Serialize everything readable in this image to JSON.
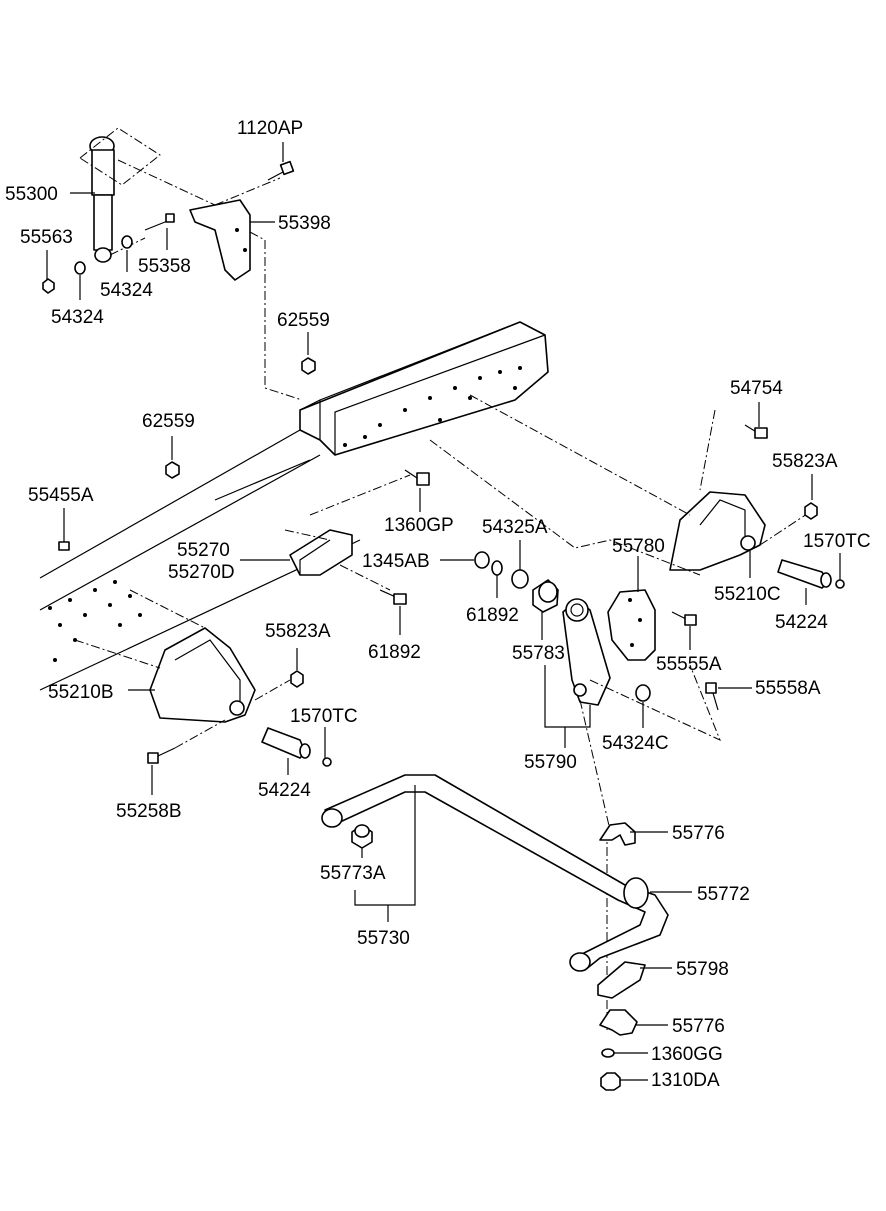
{
  "labels": {
    "l_1120AP": "1120AP",
    "l_55300": "55300",
    "l_55398": "55398",
    "l_55563": "55563",
    "l_55358": "55358",
    "l_54324_a": "54324",
    "l_54324_b": "54324",
    "l_62559_a": "62559",
    "l_62559_b": "62559",
    "l_54754": "54754",
    "l_55823A_a": "55823A",
    "l_55455A": "55455A",
    "l_1360GP": "1360GP",
    "l_54325A": "54325A",
    "l_55780": "55780",
    "l_1570TC_a": "1570TC",
    "l_55270": "55270",
    "l_55270D": "55270D",
    "l_1345AB": "1345AB",
    "l_55210C": "55210C",
    "l_61892_a": "61892",
    "l_54224_a": "54224",
    "l_61892_b": "61892",
    "l_55783": "55783",
    "l_55555A": "55555A",
    "l_55823A_b": "55823A",
    "l_55210B": "55210B",
    "l_55558A": "55558A",
    "l_1570TC_b": "1570TC",
    "l_54324C": "54324C",
    "l_55790": "55790",
    "l_54224_b": "54224",
    "l_55258B": "55258B",
    "l_55776_a": "55776",
    "l_55773A": "55773A",
    "l_55772": "55772",
    "l_55730": "55730",
    "l_55798": "55798",
    "l_55776_b": "55776",
    "l_1360GG": "1360GG",
    "l_1310DA": "1310DA"
  }
}
